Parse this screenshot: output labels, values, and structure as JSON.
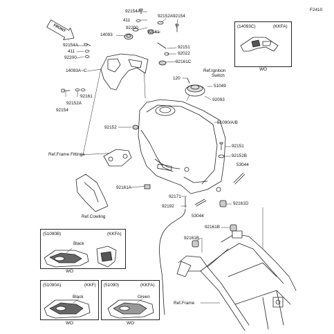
{
  "diagram_code": "F2410",
  "front_arrow_label": "FRONT",
  "parts": {
    "p92154A": "92154A",
    "p411a": "411",
    "p92200a": "92200",
    "p92152A_top": "92152A",
    "p92154_top": "92154",
    "p14093": "14093",
    "p92161_top": "92161",
    "p92151_top": "92151",
    "p92154A_left": "92154A",
    "p411b": "411",
    "p92200b": "92200",
    "p92022": "92022",
    "p92161C": "92161C",
    "p14093AC": "14093A~C",
    "p92161_left": "92161",
    "p92152A_left": "92152A",
    "p92154_left": "92154",
    "p120": "120",
    "p51049": "51049",
    "p92093": "92093",
    "p92152": "92152",
    "p51090": "51090/A/B",
    "p92151_right": "92151",
    "p92152B": "92152B",
    "p53044_right": "53044",
    "p92161A": "92161A",
    "p92171": "92171",
    "p92192": "92192",
    "p53044_mid": "53044",
    "p92161D": "92161D",
    "p92161B_right": "92161B",
    "p92161B_left": "92161B"
  },
  "refs": {
    "ignition_switch_line1": "Ref.Ignition",
    "ignition_switch_line2": "Switch",
    "frame_fittings": "Ref.Frame Fittings",
    "cowling": "Ref.Cowling",
    "frame": "Ref.Frame"
  },
  "insets": {
    "top_right": {
      "code": "(14093C)",
      "variant": "(KKFA)",
      "note": "WO"
    },
    "mid_left": {
      "code": "(51090B)",
      "variant": "(KKFA)",
      "color": "Black",
      "note": "WO"
    },
    "bottom_left": {
      "code": "(51090A)",
      "variant": "(KKF)",
      "color": "Black",
      "note": "WO"
    },
    "bottom_mid": {
      "code": "(51090)",
      "variant": "(KKFA)",
      "color": "Green",
      "note": "WO"
    }
  }
}
